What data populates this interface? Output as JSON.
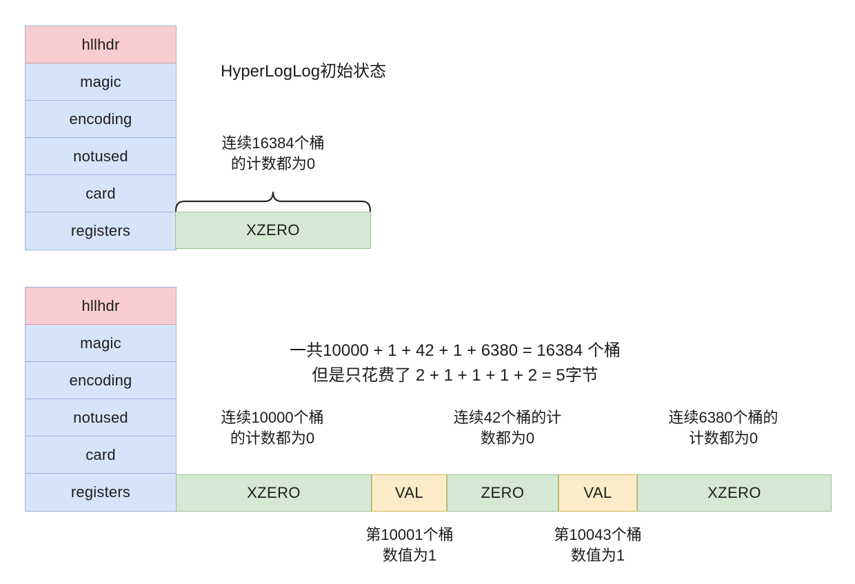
{
  "diagram": {
    "type": "structure-layout-diagram",
    "topic": "Redis HyperLogLog sparse encoding",
    "fill_colors": {
      "header": "#f8cdd2",
      "field": "#d6e4f9",
      "xzero": "#d5e8d4",
      "val": "#fcebc8"
    }
  },
  "panel_top": {
    "title": "HyperLogLog初始状态",
    "struct_fields": [
      {
        "label": "hllhdr",
        "kind": "header"
      },
      {
        "label": "magic",
        "kind": "field"
      },
      {
        "label": "encoding",
        "kind": "field"
      },
      {
        "label": "notused",
        "kind": "field"
      },
      {
        "label": "card",
        "kind": "field"
      },
      {
        "label": "registers",
        "kind": "field"
      }
    ],
    "annotation": "连续16384个桶\n的计数都为0",
    "segments": [
      {
        "label": "XZERO",
        "kind": "xzero"
      }
    ]
  },
  "panel_bottom": {
    "struct_fields": [
      {
        "label": "hllhdr",
        "kind": "header"
      },
      {
        "label": "magic",
        "kind": "field"
      },
      {
        "label": "encoding",
        "kind": "field"
      },
      {
        "label": "notused",
        "kind": "field"
      },
      {
        "label": "card",
        "kind": "field"
      },
      {
        "label": "registers",
        "kind": "field"
      }
    ],
    "summary_line1": "一共10000 + 1 + 42 + 1 + 6380 = 16384 个桶",
    "summary_line2": "但是只花费了 2 + 1 + 1 + 1 + 2 = 5字节",
    "annotations_above": [
      "连续10000个桶\n的计数都为0",
      "连续42个桶的计\n数都为0",
      "连续6380个桶的\n计数都为0"
    ],
    "segments": [
      {
        "label": "XZERO",
        "kind": "xzero"
      },
      {
        "label": "VAL",
        "kind": "val"
      },
      {
        "label": "ZERO",
        "kind": "xzero"
      },
      {
        "label": "VAL",
        "kind": "val"
      },
      {
        "label": "XZERO",
        "kind": "xzero"
      }
    ],
    "annotations_below": [
      "第10001个桶\n数值为1",
      "第10043个桶\n数值为1"
    ]
  }
}
